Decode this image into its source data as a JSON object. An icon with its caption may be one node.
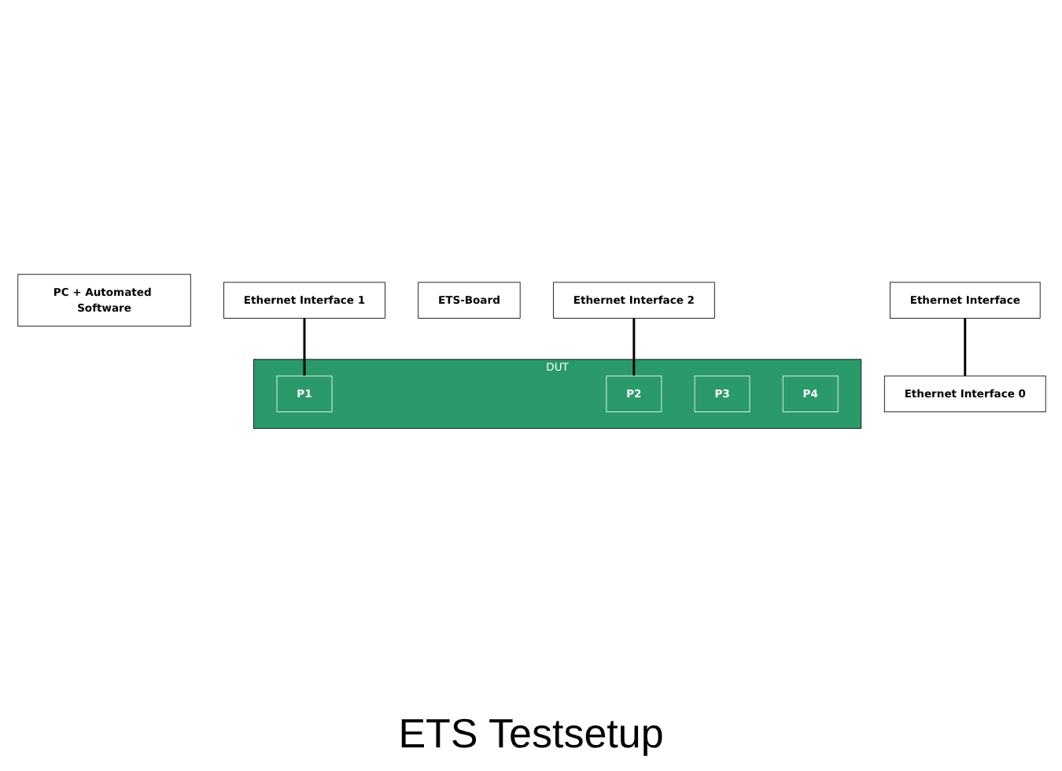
{
  "diagram": {
    "caption": "ETS Testsetup",
    "nodes": [
      {
        "text": [
          "PC + Automated Software"
        ]
      },
      {
        "text": [
          "Ethernet Interface"
        ]
      },
      {
        "text": [
          "Ethernet Interface 0"
        ]
      },
      {
        "text": [
          "ETS-Board"
        ]
      },
      {
        "text": [
          "Ethernet Interface 1"
        ]
      },
      {
        "text": [
          "Ethernet Interface 2"
        ]
      },
      {
        "text": [
          "DUT"
        ]
      },
      {
        "text": [
          "P1"
        ],
        "in": 6
      },
      {
        "text": [
          "P2"
        ],
        "in": 6
      },
      {
        "text": [
          "P3"
        ],
        "in": 6
      },
      {
        "text": [
          "P4"
        ],
        "in": 6
      }
    ],
    "edges": [
      {
        "from": 1,
        "to": 2,
        "arrow": "none"
      },
      {
        "from": 4,
        "to": 7,
        "arrow": "none"
      },
      {
        "from": 5,
        "to": 8,
        "arrow": "none"
      }
    ]
  }
}
